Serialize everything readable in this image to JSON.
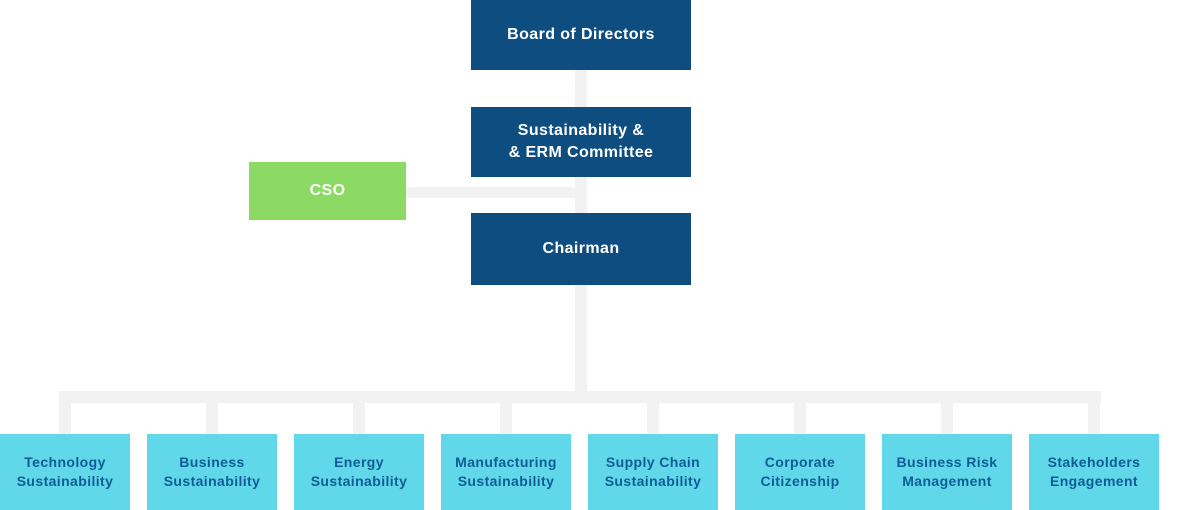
{
  "org_chart": {
    "board": {
      "label": "Board of Directors"
    },
    "committee": {
      "lines": [
        "Sustainability &",
        "& ERM Committee"
      ]
    },
    "cso": {
      "label": "CSO"
    },
    "chairman": {
      "label": "Chairman"
    },
    "departments": [
      {
        "lines": [
          "Technology",
          "Sustainability"
        ]
      },
      {
        "lines": [
          "Business",
          "Sustainability"
        ]
      },
      {
        "lines": [
          "Energy",
          "Sustainability"
        ]
      },
      {
        "lines": [
          "Manufacturing",
          "Sustainability"
        ]
      },
      {
        "lines": [
          "Supply Chain",
          "Sustainability"
        ]
      },
      {
        "lines": [
          "Corporate",
          "Citizenship"
        ]
      },
      {
        "lines": [
          "Business Risk",
          "Management"
        ]
      },
      {
        "lines": [
          "Stakeholders",
          "Engagement"
        ]
      }
    ],
    "colors": {
      "dark_blue": "#0e4d80",
      "green": "#8cd964",
      "cyan": "#60d8ea",
      "connector_gray": "#f2f2f2",
      "department_text": "#0f5d94",
      "node_text": "#ffffff"
    }
  }
}
